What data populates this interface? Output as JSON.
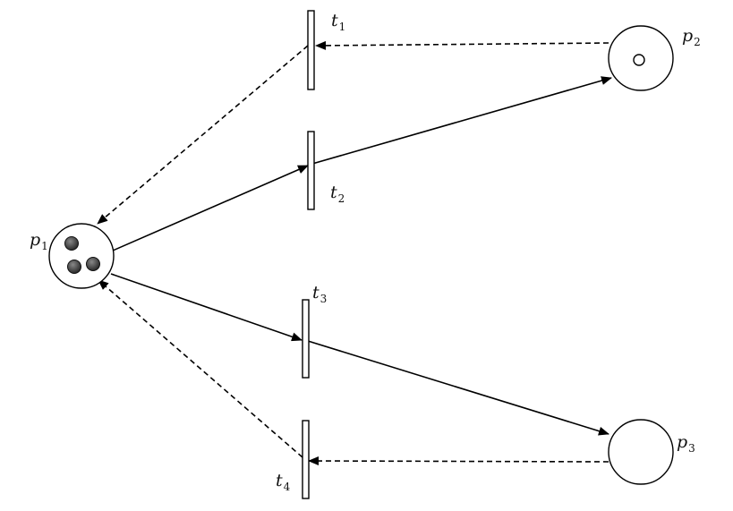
{
  "places": {
    "p1": {
      "name": "p",
      "index": "1",
      "tokens": 3
    },
    "p2": {
      "name": "p",
      "index": "2",
      "tokens": 1
    },
    "p3": {
      "name": "p",
      "index": "3",
      "tokens": 0
    }
  },
  "transitions": {
    "t1": {
      "name": "t",
      "index": "1"
    },
    "t2": {
      "name": "t",
      "index": "2"
    },
    "t3": {
      "name": "t",
      "index": "3"
    },
    "t4": {
      "name": "t",
      "index": "4"
    }
  },
  "arcs": [
    {
      "from": "p1",
      "to": "t2",
      "style": "solid"
    },
    {
      "from": "t2",
      "to": "p2",
      "style": "solid"
    },
    {
      "from": "p2",
      "to": "t1",
      "style": "dashed"
    },
    {
      "from": "t1",
      "to": "p1",
      "style": "dashed"
    },
    {
      "from": "p1",
      "to": "t3",
      "style": "solid"
    },
    {
      "from": "t3",
      "to": "p3",
      "style": "solid"
    },
    {
      "from": "p3",
      "to": "t4",
      "style": "dashed"
    },
    {
      "from": "t4",
      "to": "p1",
      "style": "dashed"
    }
  ],
  "colors": {
    "stroke": "#000000",
    "token": "#3a3a3a",
    "background": "#ffffff"
  }
}
